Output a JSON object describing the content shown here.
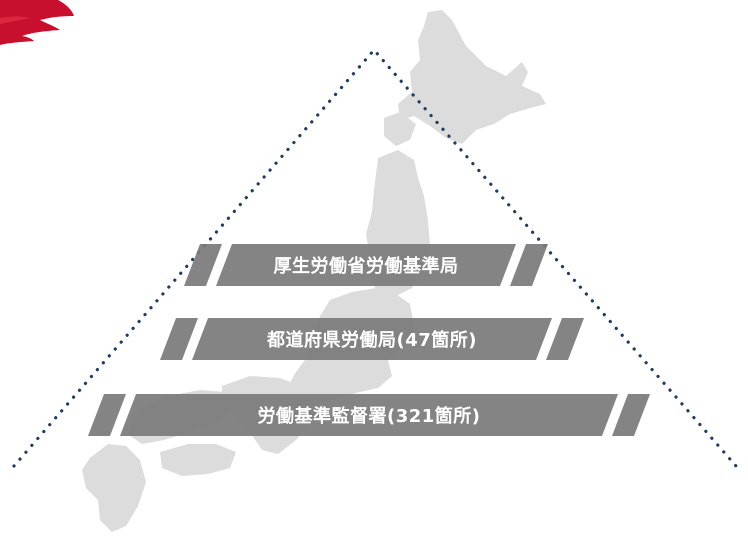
{
  "colors": {
    "background": "#ffffff",
    "map_fill": "#dddcdc",
    "band_fill": "#7a7a7a",
    "band_opacity": 0.92,
    "dotted_outline": "#1f3c62",
    "accent_red": "#c8102e",
    "label_text": "#ffffff"
  },
  "diagram": {
    "tiers": [
      {
        "label": "厚生労働省労働基準局"
      },
      {
        "label": "都道府県労働局(47箇所)"
      },
      {
        "label": "労働基準監督署(321箇所)"
      }
    ]
  },
  "icons": {
    "corner": "brush-stroke-icon",
    "background": "japan-map-icon"
  }
}
